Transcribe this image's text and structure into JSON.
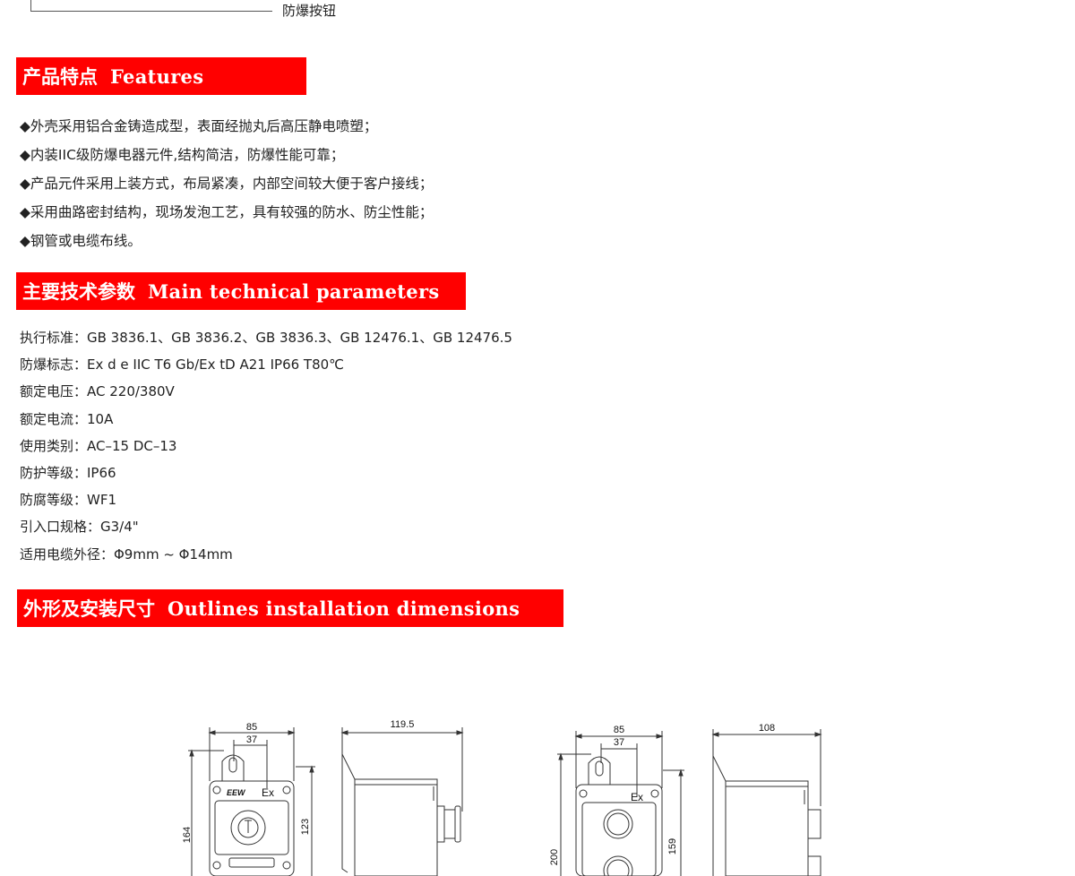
{
  "top": {
    "label": "防爆按钮"
  },
  "sections": {
    "features": {
      "cn": "产品特点",
      "en": "Features"
    },
    "params": {
      "cn": "主要技术参数",
      "en": "Main  technical parameters"
    },
    "outlines": {
      "cn": "外形及安装尺寸",
      "en": "Outlines  installation dimensions"
    }
  },
  "features": [
    "◆外壳采用铝合金铸造成型，表面经抛丸后高压静电喷塑；",
    "◆内装IIC级防爆电器元件,结构简洁，防爆性能可靠；",
    "◆产品元件采用上装方式，布局紧凑，内部空间较大便于客户接线；",
    "◆采用曲路密封结构，现场发泡工艺，具有较强的防水、防尘性能；",
    "◆钢管或电缆布线。"
  ],
  "params": [
    "执行标准：GB 3836.1、GB 3836.2、GB 3836.3、GB 12476.1、GB 12476.5",
    "防爆标志：Ex d e IIC T6 Gb/Ex tD A21 IP66 T80℃",
    "额定电压：AC 220/380V",
    "额定电流：10A",
    "使用类别：AC–15 DC–13",
    "防护等级：IP66",
    "防腐等级：WF1",
    "引入口规格：G3/4\"",
    "适用电缆外径：Φ9mm ~ Φ14mm"
  ],
  "drawing": {
    "d1": {
      "w": "85",
      "iw": "37",
      "side": "119.5",
      "h": "164",
      "ih": "123",
      "brand": "EEW",
      "mark": "Ex"
    },
    "d2": {
      "w": "85",
      "iw": "37",
      "side": "108",
      "h": "200",
      "ih": "159",
      "mark": "Ex"
    }
  }
}
